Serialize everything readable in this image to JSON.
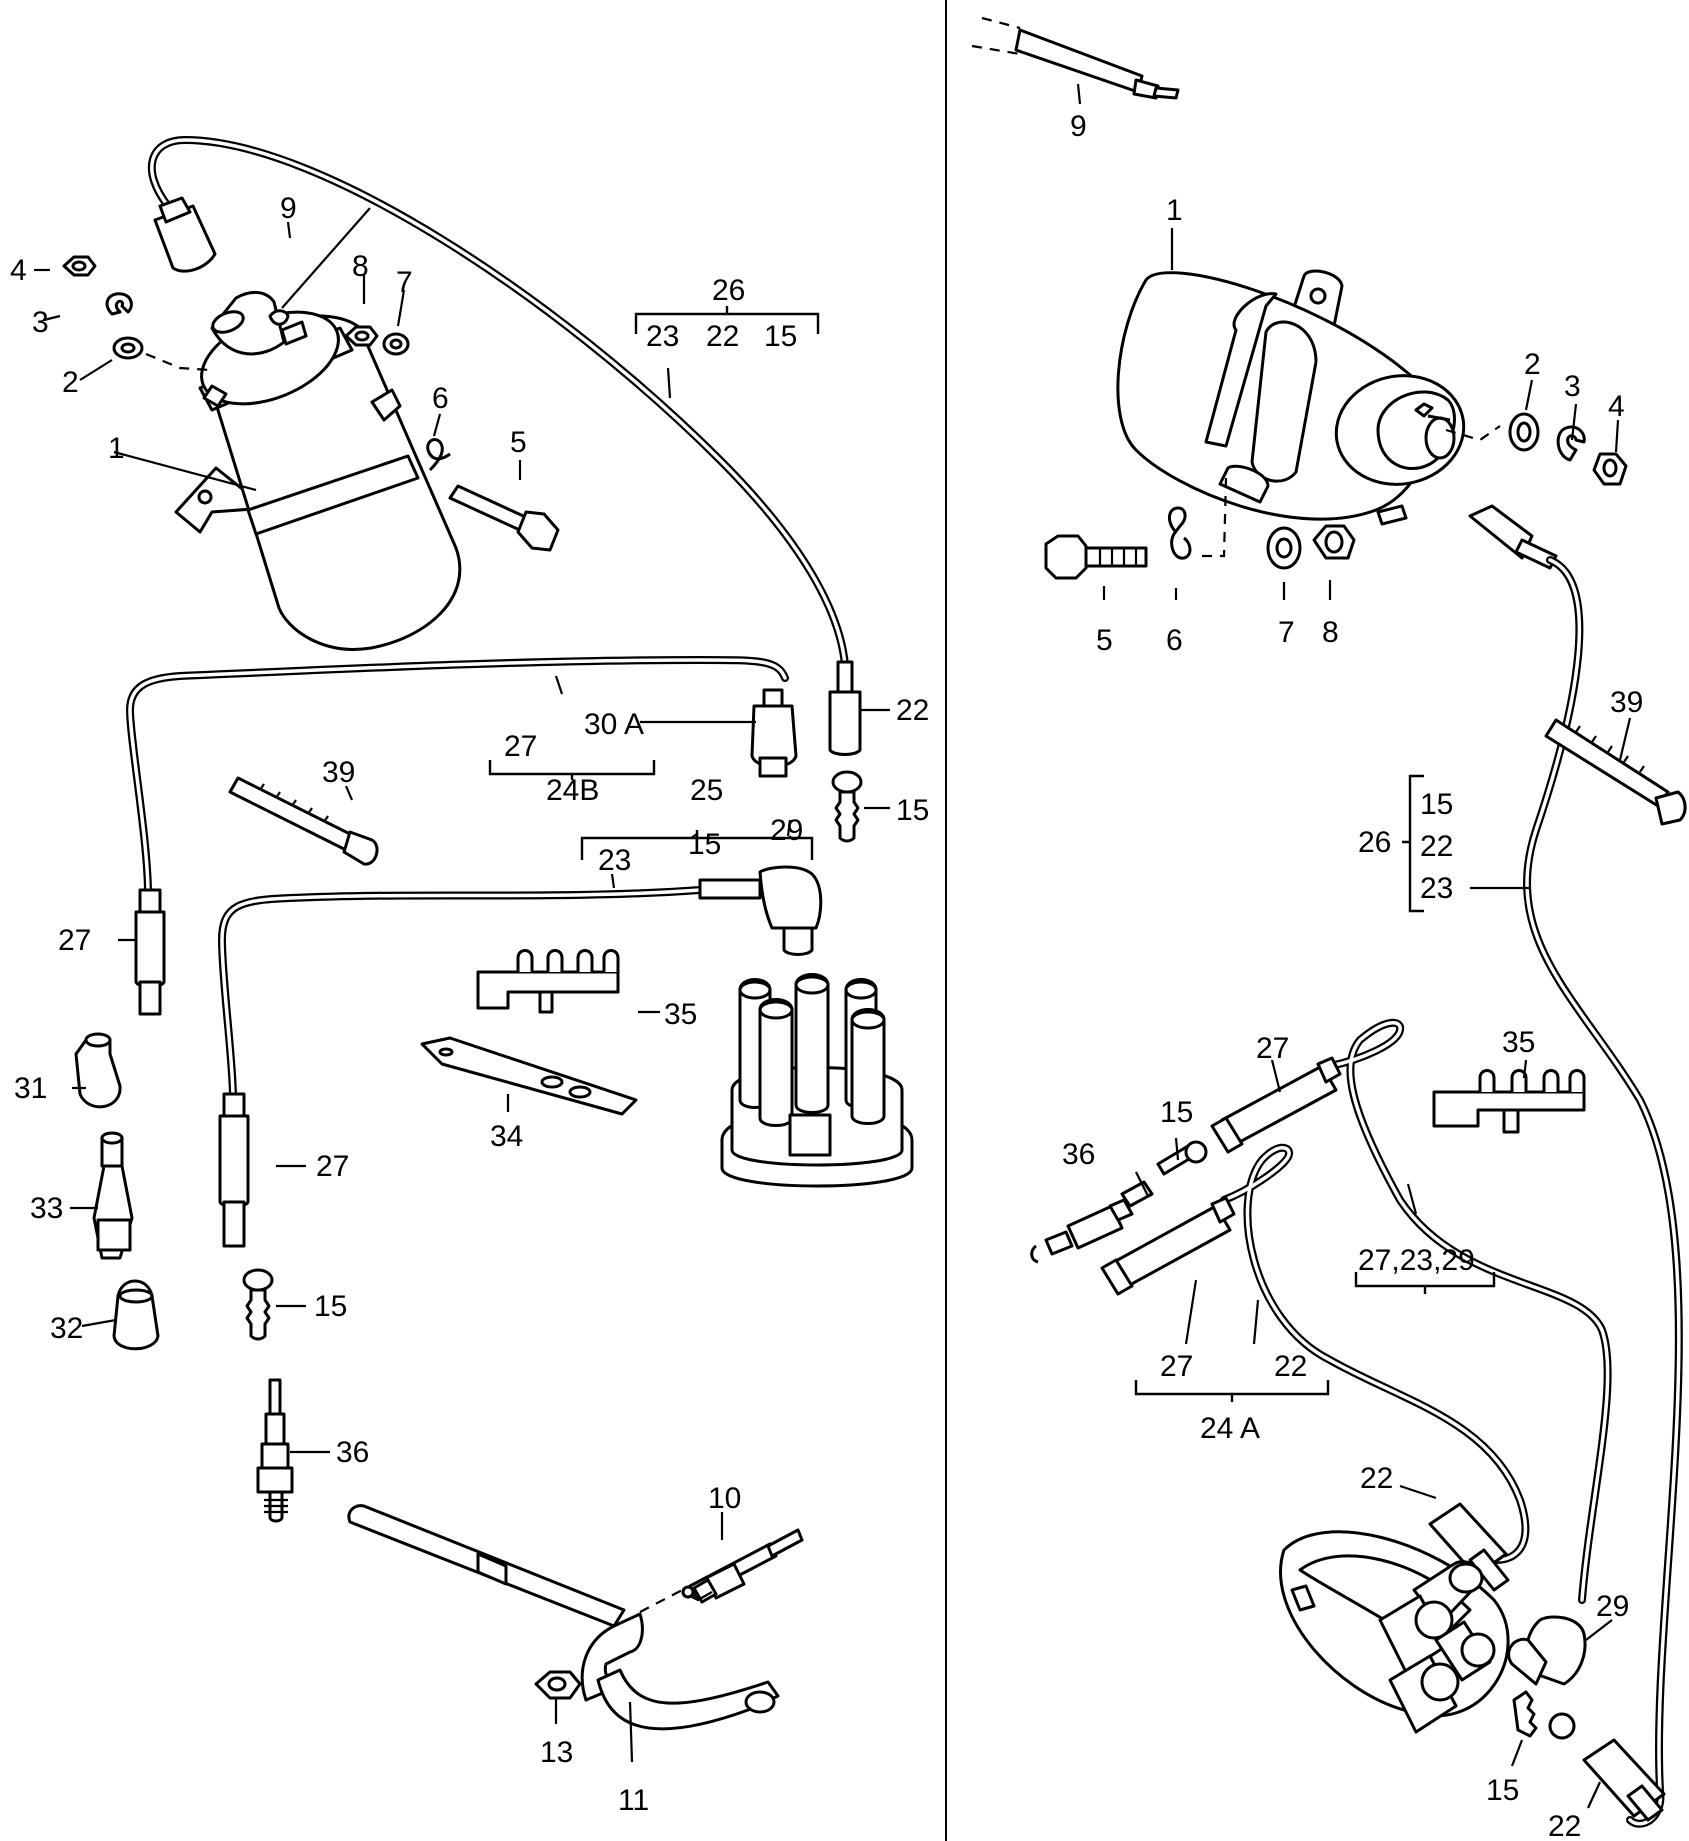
{
  "left_view": {
    "labels": {
      "coil": "1",
      "washer": "2",
      "lock_washer": "3",
      "nut": "4",
      "bolt": "5",
      "clip": "6",
      "washer_b": "7",
      "nut_b": "8",
      "wire": "9",
      "glow_plug": "10",
      "bracket": "11",
      "nut_c": "13",
      "suppressor_15a": "15",
      "suppressor_15b": "15",
      "suppressor_15c": "15",
      "connector_22": "22",
      "cap_27a": "27",
      "cap_27b": "27",
      "connector_29": "29",
      "cap_30a": "30 A",
      "sleeve_31": "31",
      "sleeve_32": "32",
      "connector_33": "33",
      "plate_34": "34",
      "holder_35": "35",
      "spark_plug": "36",
      "tie_39": "39",
      "cable_23": "23"
    },
    "groups": {
      "g26": {
        "total": "26",
        "items": [
          "23",
          "22",
          "15"
        ]
      },
      "g24b": {
        "total": "24B",
        "items": [
          "27",
          "30 A"
        ]
      },
      "g25": {
        "total": "25",
        "items": [
          "23",
          "15",
          "29"
        ]
      }
    }
  },
  "right_view": {
    "labels": {
      "coil": "1",
      "washer": "2",
      "lock_washer": "3",
      "nut": "4",
      "bolt": "5",
      "clip": "6",
      "washer_b": "7",
      "nut_b": "8",
      "wire": "9",
      "suppressor_15a": "15",
      "suppressor_15b": "15",
      "connector_22a": "22",
      "connector_22b": "22",
      "cap_27a": "27",
      "cap_27b": "27",
      "connector_29": "29",
      "holder_35": "35",
      "spark_plug": "36",
      "tie_39": "39"
    },
    "groups": {
      "g26": {
        "total": "26",
        "items": [
          "15",
          "22",
          "23"
        ]
      },
      "g2729": {
        "total": "27,23,29"
      },
      "g24a": {
        "total": "24 A",
        "items": [
          "27",
          "22"
        ]
      }
    }
  }
}
